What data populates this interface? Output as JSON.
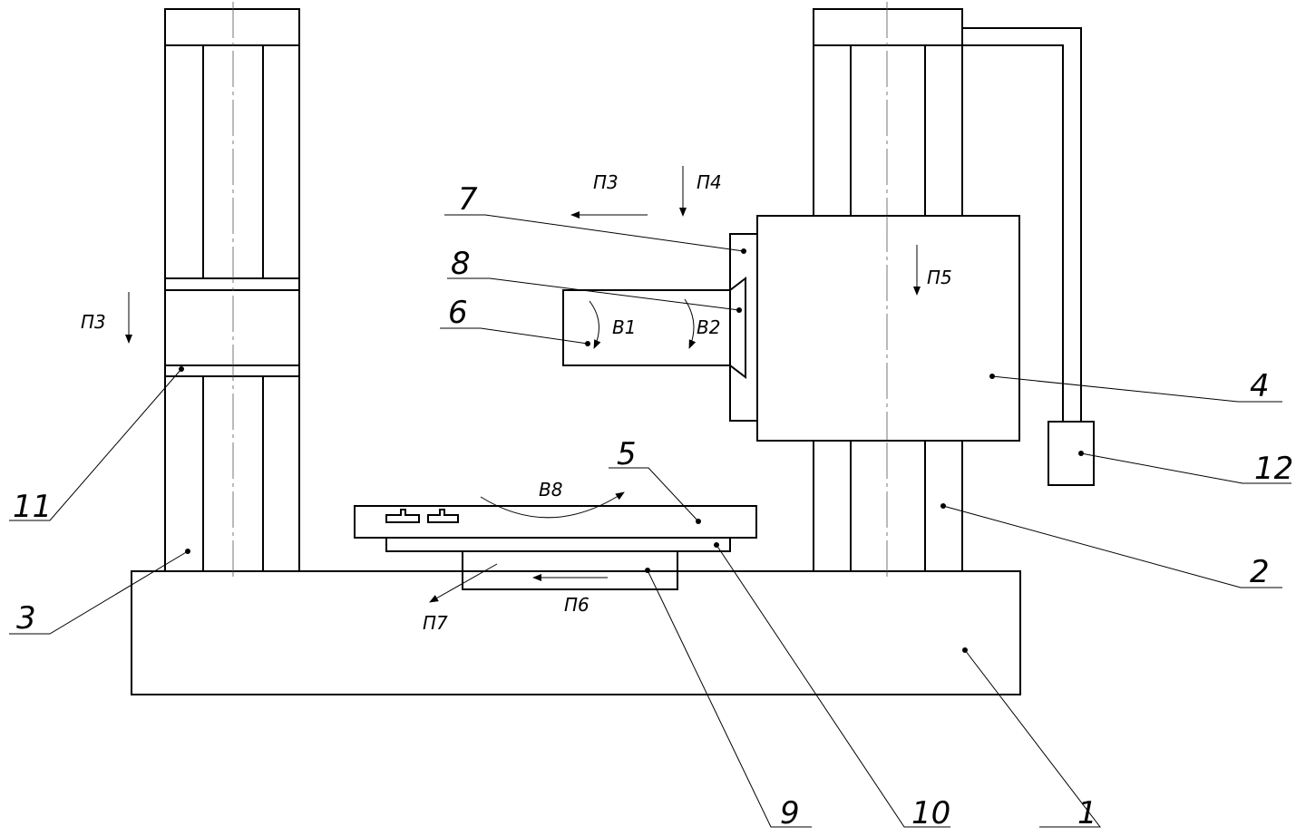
{
  "parts": [
    {
      "id": "p1",
      "label": "1"
    },
    {
      "id": "p2",
      "label": "2"
    },
    {
      "id": "p3",
      "label": "3"
    },
    {
      "id": "p4",
      "label": "4"
    },
    {
      "id": "p5",
      "label": "5"
    },
    {
      "id": "p6",
      "label": "6"
    },
    {
      "id": "p7",
      "label": "7"
    },
    {
      "id": "p8",
      "label": "8"
    },
    {
      "id": "p9",
      "label": "9"
    },
    {
      "id": "p10",
      "label": "10"
    },
    {
      "id": "p11",
      "label": "11"
    },
    {
      "id": "p12",
      "label": "12"
    }
  ],
  "motions": {
    "P3_left": "П3",
    "P3_top": "П3",
    "P4": "П4",
    "P5": "П5",
    "P6": "П6",
    "P7": "П7",
    "B1": "B1",
    "B2": "B2",
    "B8": "B8"
  },
  "colors": {
    "line": "#000000",
    "background": "#ffffff"
  }
}
